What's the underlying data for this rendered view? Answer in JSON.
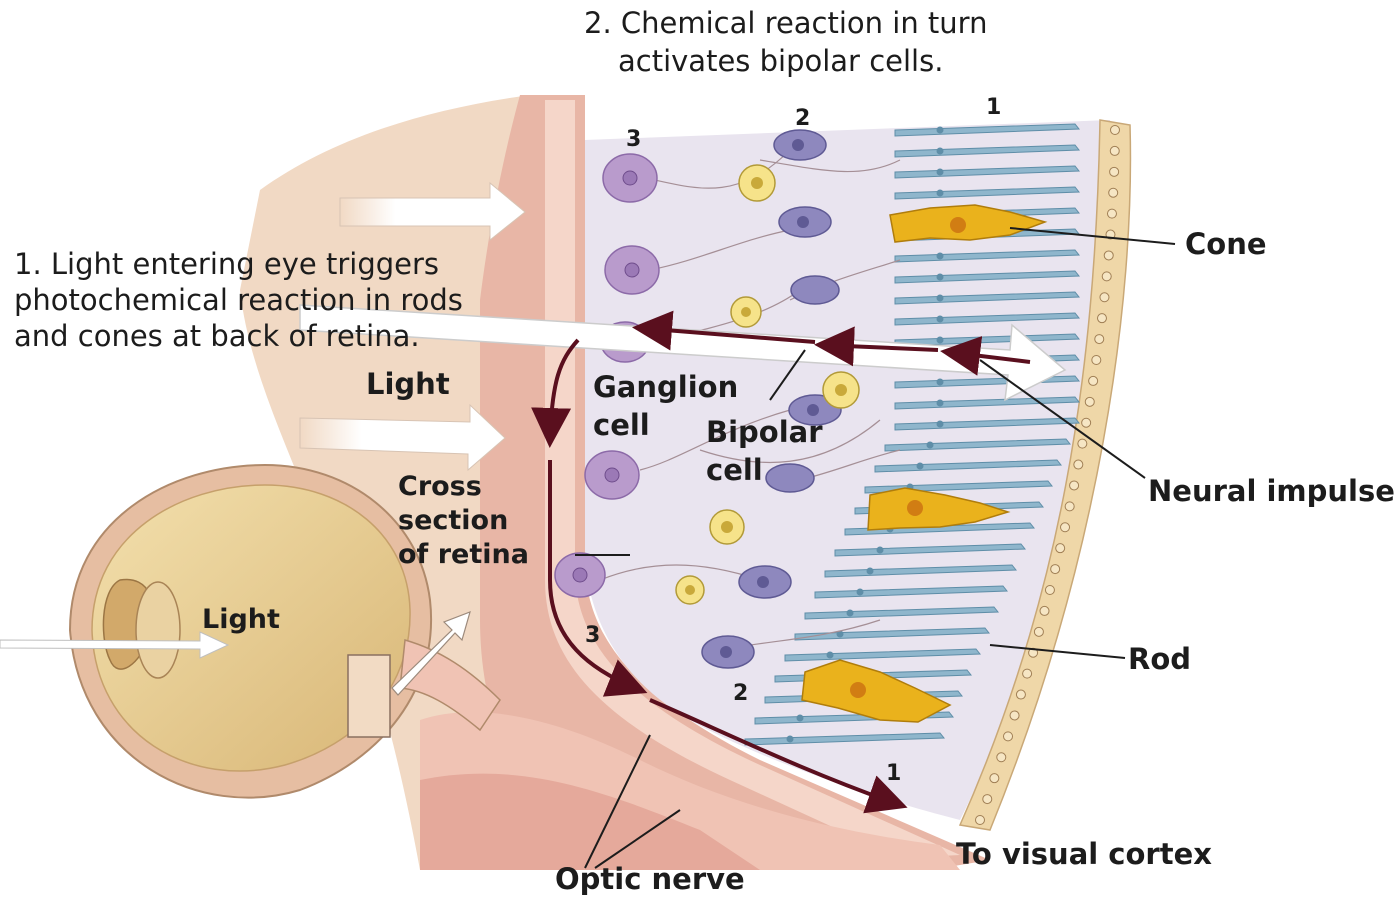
{
  "captions": {
    "step2_line1": "2. Chemical reaction in turn",
    "step2_line2": "activates bipolar cells.",
    "step1_line1": "1. Light entering eye triggers",
    "step1_line2": "photochemical reaction in rods",
    "step1_line3": "and cones at back of retina."
  },
  "labels": {
    "cone": "Cone",
    "rod": "Rod",
    "neural_impulse": "Neural impulse",
    "ganglion_line1": "Ganglion",
    "ganglion_line2": "cell",
    "bipolar_line1": "Bipolar",
    "bipolar_line2": "cell",
    "light_upper": "Light",
    "light_eye": "Light",
    "cross_line1": "Cross",
    "cross_line2": "section",
    "cross_line3": "of retina",
    "to_visual_cortex": "To visual cortex",
    "optic_nerve": "Optic nerve"
  },
  "layer_numbers": {
    "top_1": "1",
    "top_2": "2",
    "top_3": "3",
    "bottom_3": "3",
    "bottom_2": "2",
    "bottom_1": "1"
  },
  "colors": {
    "tissue": "#f1d9c4",
    "wall": "#e8b6a6",
    "retina_bg": "#e9e4ef",
    "ganglion": "#b99bcc",
    "bipolar": "#8e88be",
    "rod": "#8fb6cc",
    "cone": "#eab21c",
    "impulse": "#5a0f1e",
    "eyeball": "#e9cf95"
  }
}
